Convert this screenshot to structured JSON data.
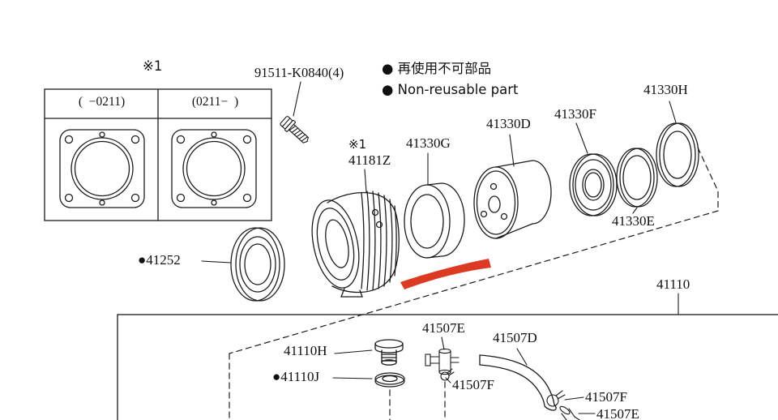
{
  "colors": {
    "highlight": "#dc3a23",
    "line": "#1b1b1b"
  },
  "legend": {
    "non_reusable_jp": "● 再使用不可部品",
    "non_reusable_en": "● Non-reusable part"
  },
  "variant_table": {
    "note": "※1",
    "early": "(  −0211)",
    "late": "(0211−  )"
  },
  "callouts": {
    "bolt": "91511-K0840(4)",
    "housing_note": "※1",
    "housing": "41181Z",
    "ring_g": "41330G",
    "drum": "41330D",
    "bearing": "41330F",
    "ring_h": "41330H",
    "ring_e": "41330E",
    "seal": "●41252",
    "assembly": "41110",
    "plug": "41110H",
    "washer": "●41110J",
    "fitting_top": "41507E",
    "hose": "41507D",
    "clamp_left": "41507F",
    "clamp_right": "41507F",
    "fitting_bottom": "41507E"
  }
}
